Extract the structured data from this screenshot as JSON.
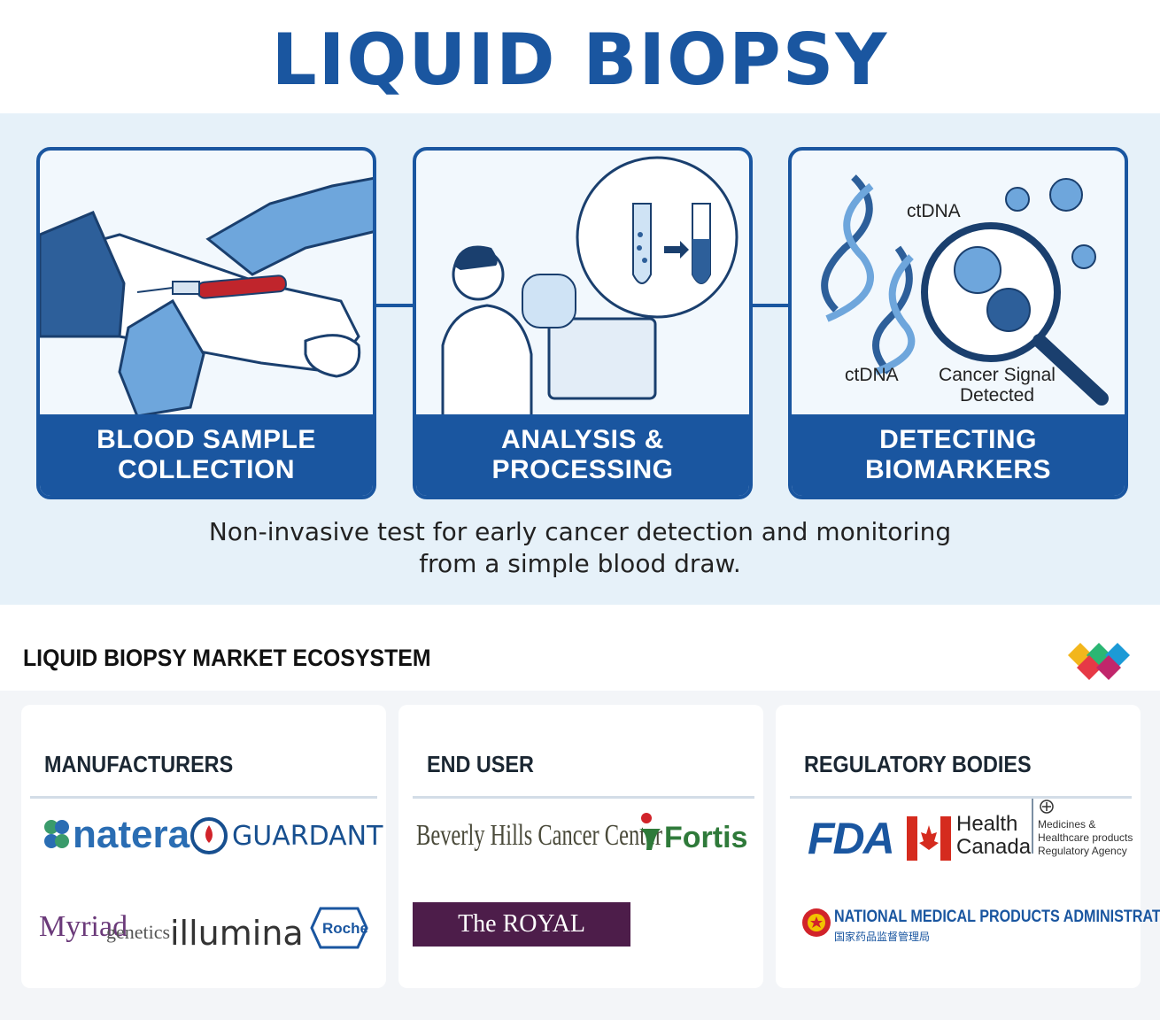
{
  "title": "LIQUID BIOPSY",
  "steps": [
    {
      "line1": "BLOOD SAMPLE",
      "line2": "COLLECTION"
    },
    {
      "line1": "ANALYSIS &",
      "line2": "PROCESSING"
    },
    {
      "line1": "DETECTING",
      "line2": "BIOMARKERS"
    }
  ],
  "biomarker_labels": {
    "ctdna_top": "ctDNA",
    "ctdna_bottom": "ctDNA",
    "signal_line1": "Cancer Signal",
    "signal_line2": "Detected"
  },
  "subtitle": {
    "line1": "Non-invasive test for early cancer detection and monitoring",
    "line2": "from a simple blood draw."
  },
  "ecosystem": {
    "title": "LIQUID BIOPSY MARKET ECOSYSTEM",
    "manufacturers": {
      "heading": "MANUFACTURERS",
      "logos": {
        "natera": "natera",
        "guardant": "GUARDANT",
        "myriad": "Myriad",
        "myriad_sub": "genetics",
        "illumina": "illumina",
        "roche": "Roche"
      }
    },
    "end_user": {
      "heading": "END USER",
      "logos": {
        "beverly": "Beverly Hills Cancer Center",
        "fortis": "Fortis",
        "marsden": "The ROYAL MARSDEN"
      }
    },
    "regulatory": {
      "heading": "REGULATORY BODIES",
      "logos": {
        "fda": "FDA",
        "hc_line1": "Health",
        "hc_line2": "Canada",
        "mhra_line1": "Medicines &",
        "mhra_line2": "Healthcare products",
        "mhra_line3": "Regulatory Agency",
        "nmpa": "NATIONAL MEDICAL PRODUCTS ADMINISTRATION",
        "nmpa_cn": "国家药品监督管理局"
      }
    }
  },
  "colors": {
    "primary": "#1a56a0",
    "hero_bg": "#e6f1f9"
  }
}
